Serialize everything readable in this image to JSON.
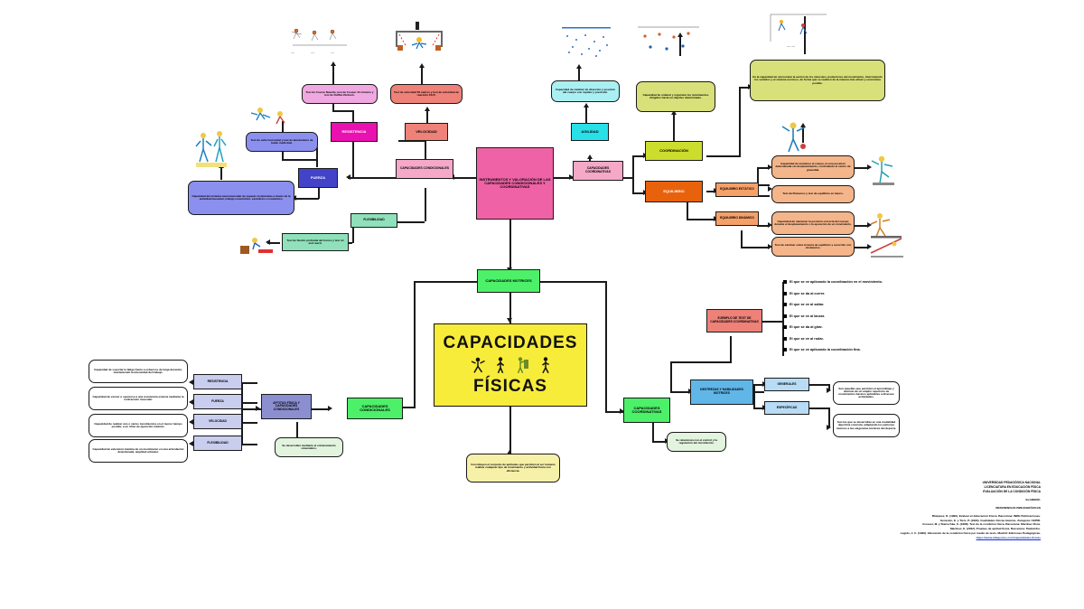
{
  "title": "Mapa conceptual: Capacidades Físicas",
  "colors": {
    "hero_bg": "#f7ec3a",
    "center_pink": "#ef63a6",
    "pink_light": "#f5a8c8",
    "magenta": "#e912b0",
    "salmon": "#ee8178",
    "cyan": "#28e0e8",
    "blue_dark": "#4243c8",
    "purple": "#8a85ee",
    "green_bright": "#4df069",
    "green_pale": "#c5e8bc",
    "green_mint": "#8fe0bb",
    "lime": "#ccdd2e",
    "olive": "#d8e07a",
    "orange": "#e8620c",
    "orange_light": "#f5a068",
    "blue_mid": "#61b6e8",
    "blue_pale": "#b8dcf5",
    "lavender": "#c9cdee",
    "periwinkle": "#8b8fd0",
    "cream": "#f7f0a8",
    "white": "#ffffff",
    "line": "#1a1a1a"
  },
  "hero": {
    "line1": "CAPACIDADES",
    "line2": "FÍSICAS",
    "figure_icons": [
      "runner-icon",
      "standing-person-icon",
      "lifting-person-icon",
      "walking-person-icon"
    ]
  },
  "center": {
    "top_hub": "INSTRUMENTOS Y VALORACIÓN DE LAS CAPACIDADES CONDICIONALES Y COORDINATIVAS",
    "bottom_hub": "CAPACIDADES MOTRICES",
    "cond_label": "CAPACIDADES CONDICIONALES",
    "coord_label": "CAPACIDADES COORDINATIVAS",
    "bottom_note": "Constituyen el conjunto de aptitudes que permiten al ser humano realizar cualquier tipo de movimiento y actividad física con eficiencia."
  },
  "left_branch": {
    "nodes": [
      {
        "id": "fuerza",
        "label": "FUERZA",
        "color": "blue_dark",
        "detail": "Capacidad del sistema neuromuscular de superar resistencias a través de la actividad muscular, trabajo concéntrico, excéntrico e isométrico.",
        "test_label": "Test de salto horizontal y test de lanzamiento de balón medicinal.",
        "clip": "jump-test-illustration"
      },
      {
        "id": "flexibilidad",
        "label": "FLEXIBILIDAD",
        "color": "green_mint",
        "detail": "Test de flexión profunda del tronco y test sit and reach.",
        "clip": "stretch-test-illustration"
      },
      {
        "id": "resistencia",
        "label": "RESISTENCIA",
        "color": "magenta",
        "detail": "Test de Course Navette, test de Cooper 12 minutos y test de Ruffier-Dickson.",
        "clip": "running-test-illustration"
      },
      {
        "id": "velocidad",
        "label": "VELOCIDAD",
        "color": "salmon",
        "detail": "Test de velocidad 50 metros y test de velocidad de reacción 10x5.",
        "clip": "sprint-test-illustration"
      }
    ]
  },
  "right_branch": {
    "agilidad": {
      "label": "AGILIDAD",
      "color": "cyan",
      "detail": "Capacidad de cambiar de dirección y posición del cuerpo con rapidez y precisión.",
      "clip": "agility-test-illustration"
    },
    "coordinacion": {
      "label": "COORDINACIÓN",
      "color": "lime",
      "detail": "Capacidad de ordenar y organizar los movimientos dirigidos hacia un objetivo determinado.",
      "detail_big": "Es la capacidad de sincronizar la acción de los músculos productores del movimiento, interviniendo los sentidos y el sistema nervioso, de forma que se realicen de la manera más eficaz y económica posible.",
      "clip": "coordination-illustration"
    },
    "equilibrio": {
      "label": "EQUILIBRIO",
      "color": "orange",
      "children": [
        {
          "label": "EQUILIBRIO ESTÁTICO",
          "color": "orange_light",
          "details": [
            "Capacidad de mantener el cuerpo en una posición determinada sin desplazamiento, controlando el centro de gravedad.",
            "Test del flamenco y test de equilibrio en banco."
          ],
          "clips": [
            "balance-static-illustration",
            "flamingo-test-illustration"
          ]
        },
        {
          "label": "EQUILIBRIO DINÁMICO",
          "color": "orange_light",
          "details": [
            "Capacidad de mantener la posición correcta del cuerpo durante el desplazamiento o la ejecución de un movimiento.",
            "Test de caminar sobre la barra de equilibrio y recorrido con obstáculos."
          ],
          "clips": [
            "balance-dynamic-illustration",
            "beam-walk-illustration"
          ]
        }
      ]
    }
  },
  "bottom_left": {
    "hub_label": "CAPACIDADES CONDICIONALES",
    "hub_sub": "APTITUD FÍSICA Y CAPACIDADES CONDICIONALES",
    "note": "Se desarrollan mediante el entrenamiento sistemático.",
    "items": [
      {
        "label": "RESISTENCIA",
        "detail": "Capacidad de soportar la fatiga frente a esfuerzos de larga duración, manteniendo la intensidad del trabajo."
      },
      {
        "label": "FUERZA",
        "detail": "Capacidad de vencer u oponerse a una resistencia externa mediante la contracción muscular."
      },
      {
        "label": "VELOCIDAD",
        "detail": "Capacidad de realizar uno o varios movimientos en el menor tiempo posible, a un ritmo de ejecución máximo."
      },
      {
        "label": "FLEXIBILIDAD",
        "detail": "Capacidad de extensión máxima de un movimiento en una articulación determinada, amplitud articular."
      }
    ]
  },
  "bottom_right": {
    "hub_label": "CAPACIDADES COORDINATIVAS",
    "note": "Se relacionan con el control y la regulación del movimiento.",
    "mid_label": "DESTREZAS Y HABILIDADES MOTRICES",
    "test_card": "EJEMPLO DE TEST DE CAPACIDADES COORDINATIVAS",
    "sub_nodes": [
      {
        "label": "GENERALES",
        "detail": "Son aquellas que permiten el aprendizaje y dominio de un amplio repertorio de movimientos básicos aplicables a diversas actividades."
      },
      {
        "label": "ESPECÍFICAS",
        "detail": "Son las que se desarrollan en una modalidad deportiva concreta, adaptando los patrones motores a las exigencias técnicas del deporte."
      }
    ],
    "bullets": [
      "El que se ve aplicando la coordinación en el movimiento.",
      "El que se da al correr.",
      "El que se ve al saltar.",
      "El que se ve al lanzar.",
      "El que se da al girar.",
      "El que se ve al rodar.",
      "El que se ve aplicando la coordinación fina."
    ]
  },
  "references": {
    "head_lines": [
      "UNIVERSIDAD PEDAGÓGICA NACIONAL",
      "LICENCIATURA EN EDUCACIÓN FÍSICA",
      "EVALUACIÓN DE LA CONDICIÓN FÍSICA"
    ],
    "author_label": "ELABORÓ:",
    "section_label": "REFERENCIAS BIBLIOGRÁFICAS",
    "entries": [
      "Blázquez, D. (1990). Evaluar en Educación Física. Barcelona: INDE Publicaciones.",
      "Generelo, E. y Tierz, P. (1994). Cualidades físicas básicas. Zaragoza: CEPID.",
      "Grosser, M. y Starischka, S. (1988). Test de la condición física. Barcelona: Martínez Roca.",
      "Martínez, E. (2002). Pruebas de aptitud física. Barcelona: Paidotribo.",
      "Legido, J. C. (1996). Valoración de la condición física por medio de tests. Madrid: Ediciones Pedagógicas."
    ],
    "link": "https://www.efdeportes.com/capacidades-fisicas"
  }
}
